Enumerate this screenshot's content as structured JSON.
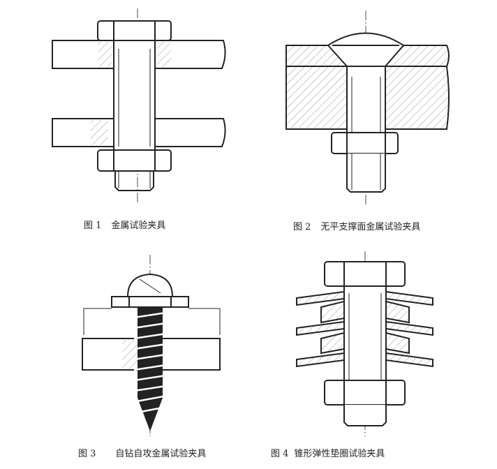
{
  "figures": [
    {
      "number": "图 1",
      "caption": "金属试验夹具"
    },
    {
      "number": "图 2",
      "caption": "无平支撑面金属试验夹具"
    },
    {
      "number": "图 3",
      "caption": "自钻自攻金属试验夹具"
    },
    {
      "number": "图 4",
      "caption": "锥形弹性垫圈试验夹具"
    }
  ],
  "colors": {
    "line": "#222222",
    "hatch": "#999999",
    "background": "#ffffff"
  }
}
